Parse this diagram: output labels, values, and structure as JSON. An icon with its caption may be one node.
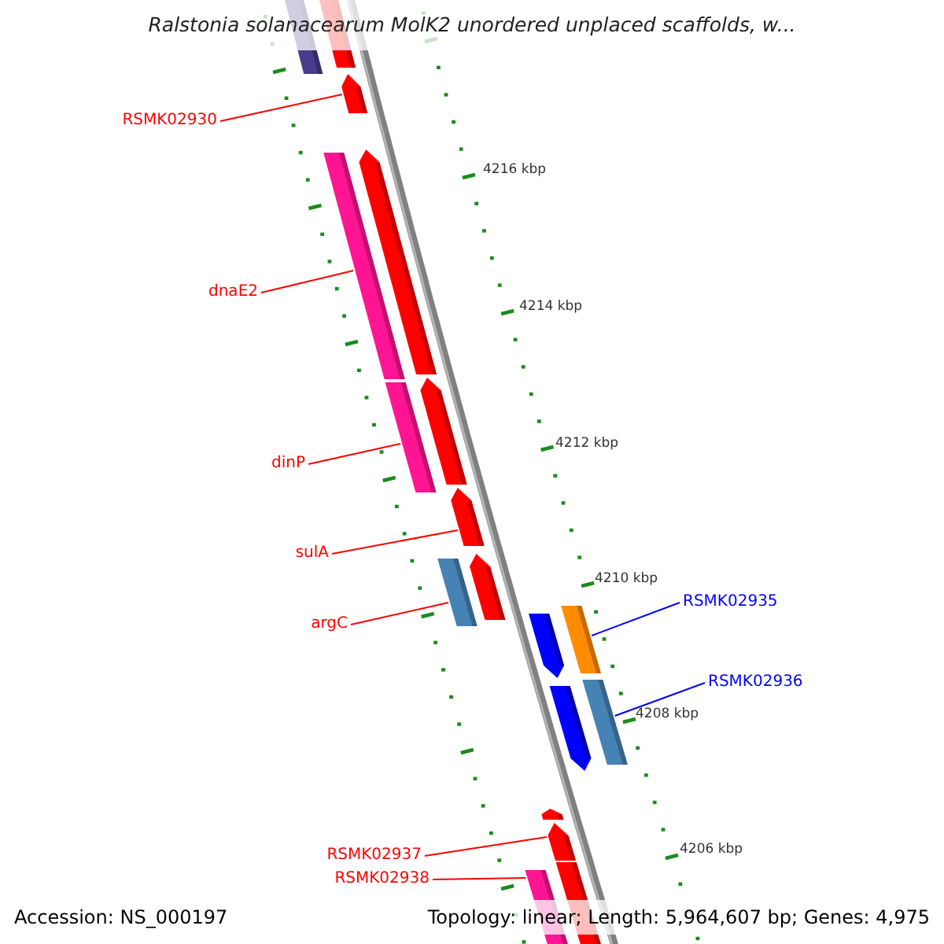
{
  "diagram": {
    "title": "Ralstonia solanacearum MolK2 unordered unplaced scaffolds, w...",
    "nodes": [
      {
        "text": [
          "RSMK02930"
        ]
      },
      {
        "text": [
          "dnaE2"
        ]
      },
      {
        "text": [
          "dinP"
        ]
      },
      {
        "text": [
          "sulA"
        ]
      },
      {
        "text": [
          "argC"
        ]
      },
      {
        "text": [
          "RSMK02935"
        ]
      },
      {
        "text": [
          "RSMK02936"
        ]
      },
      {
        "text": [
          "RSMK02937"
        ]
      },
      {
        "text": [
          "RSMK02938"
        ]
      },
      {
        "text": [],
        "shape": "bar"
      },
      {
        "text": [],
        "shape": "bar"
      },
      {
        "text": [],
        "shape": "pentagon"
      },
      {
        "text": [],
        "shape": "bar"
      },
      {
        "text": [],
        "shape": "pentagon"
      },
      {
        "text": [],
        "shape": "bar"
      },
      {
        "text": [],
        "shape": "pentagon"
      },
      {
        "text": [],
        "shape": "pentagon"
      },
      {
        "text": [],
        "shape": "bar"
      },
      {
        "text": [],
        "shape": "pentagon"
      },
      {
        "text": [],
        "shape": "pentagon"
      },
      {
        "text": [],
        "shape": "bar"
      },
      {
        "text": [],
        "shape": "pentagon"
      },
      {
        "text": [],
        "shape": "bar"
      },
      {
        "text": [],
        "shape": "pentagon"
      },
      {
        "text": [],
        "shape": "pentagon"
      },
      {
        "text": [],
        "shape": "bar"
      },
      {
        "text": [],
        "shape": "bar"
      }
    ],
    "edges": [
      {
        "from": 0,
        "to": 11,
        "arrow": "none"
      },
      {
        "from": 1,
        "to": 12,
        "arrow": "none"
      },
      {
        "from": 2,
        "to": 14,
        "arrow": "none"
      },
      {
        "from": 3,
        "to": 16,
        "arrow": "none"
      },
      {
        "from": 4,
        "to": 17,
        "arrow": "none"
      },
      {
        "from": 5,
        "to": 20,
        "arrow": "none",
        "color": "#0000ff"
      },
      {
        "from": 6,
        "to": 22,
        "arrow": "none",
        "color": "#0000ff"
      },
      {
        "from": 7,
        "to": 24,
        "arrow": "none"
      },
      {
        "from": 8,
        "to": 25,
        "arrow": "none"
      }
    ],
    "labels": [
      "4216 kbp",
      "4214 kbp",
      "4212 kbp",
      "4210 kbp",
      "4208 kbp",
      "4206 kbp",
      "Accession: NS_000197",
      "Topology: linear; Length: 5,964,607 bp; Genes: 4,975"
    ]
  }
}
